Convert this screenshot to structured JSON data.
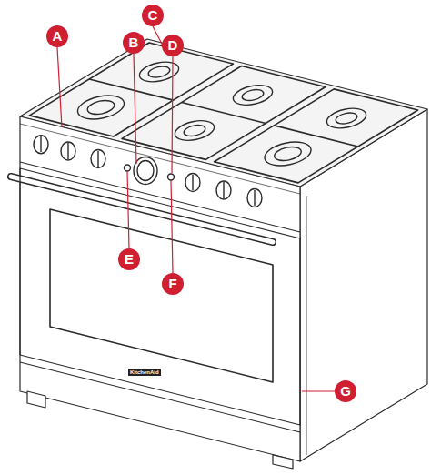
{
  "diagram": {
    "labels": [
      "A",
      "B",
      "C",
      "D",
      "E",
      "F",
      "G",
      "KitchenAid"
    ]
  }
}
